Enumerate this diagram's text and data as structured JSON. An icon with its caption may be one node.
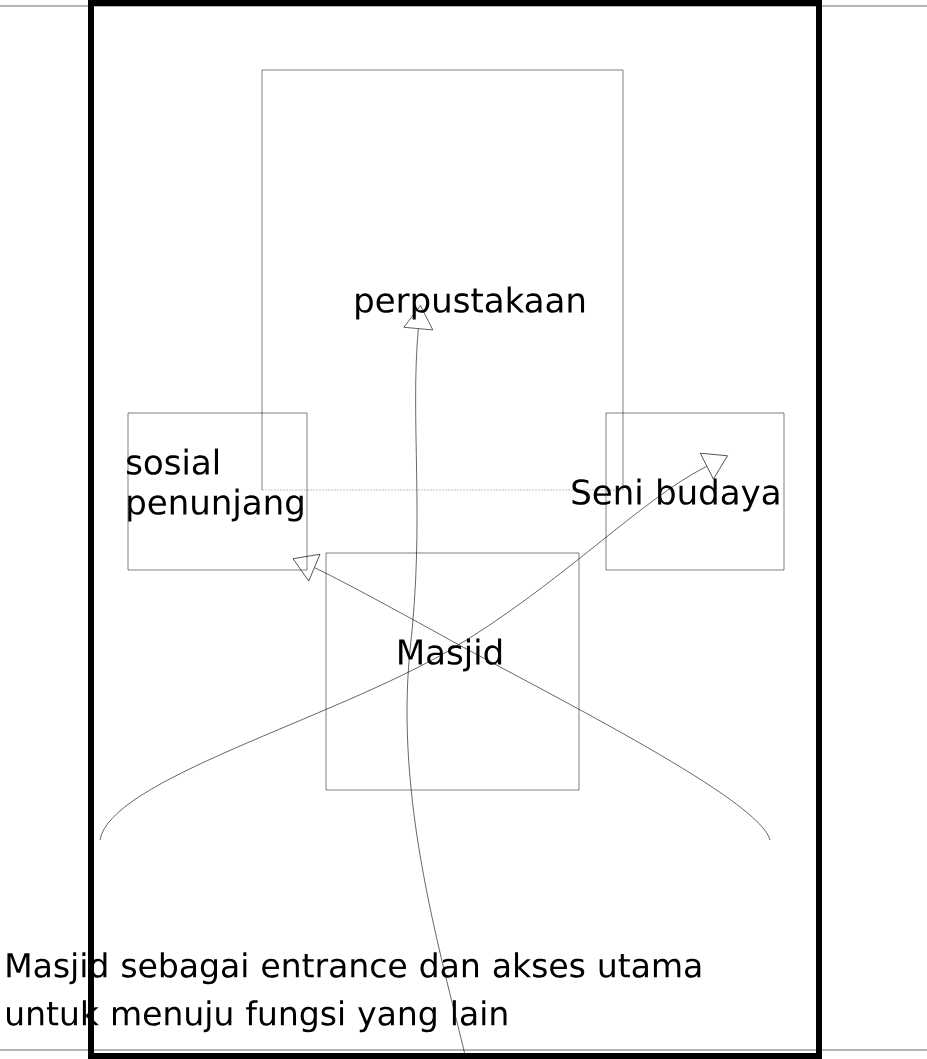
{
  "diagram": {
    "nodes": [
      {
        "text": [
          "perpustakaan"
        ]
      },
      {
        "text": [
          "sosial penunjang"
        ]
      },
      {
        "text": [
          "Seni budaya"
        ]
      },
      {
        "text": [
          "Masjid"
        ]
      }
    ],
    "edges": [
      {
        "from": null,
        "to": 0,
        "arrow": "to"
      },
      {
        "from": null,
        "to": 1,
        "arrow": "to"
      },
      {
        "from": null,
        "to": 2,
        "arrow": "to"
      }
    ],
    "labels": [
      "Masjid sebagai entrance dan akses utama untuk menuju fungsi yang lain"
    ]
  }
}
